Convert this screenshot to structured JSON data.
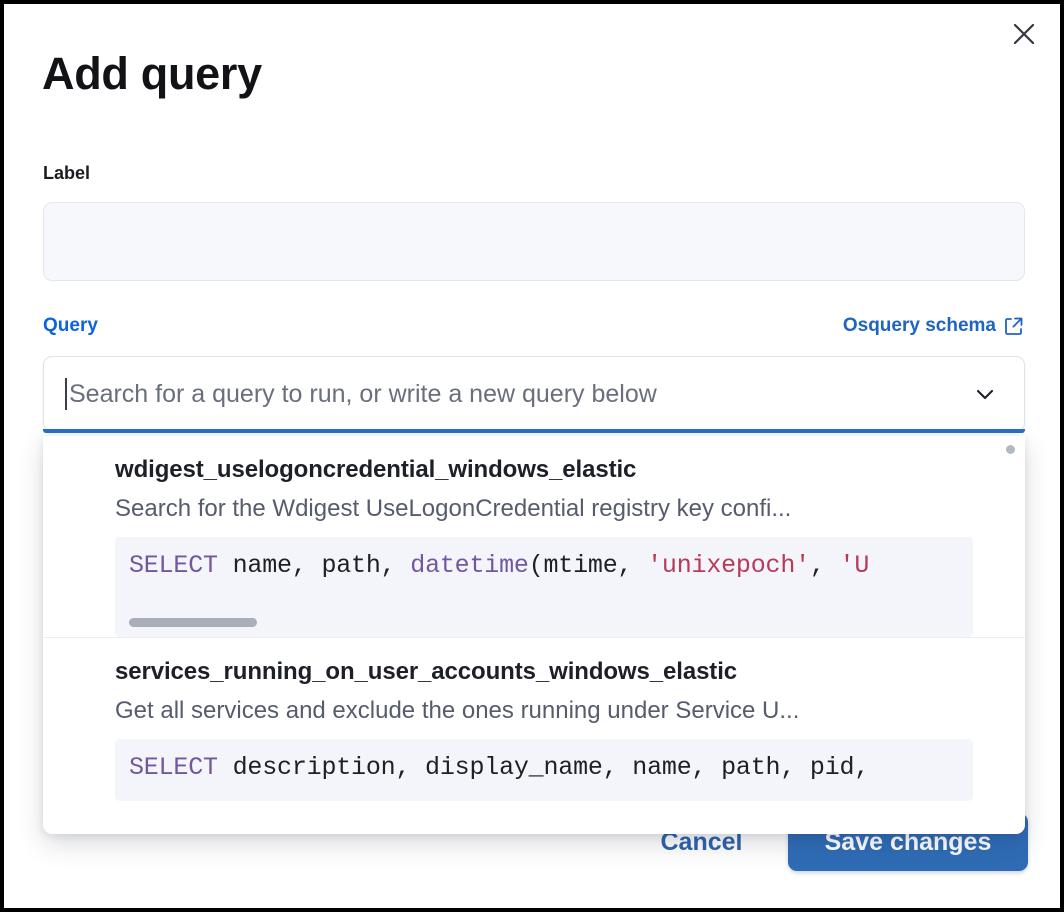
{
  "modal": {
    "title": "Add query",
    "close_icon": "close-icon"
  },
  "label_field": {
    "label": "Label",
    "value": "",
    "placeholder": ""
  },
  "query_section": {
    "legend": "Query",
    "schema_link": "Osquery schema",
    "schema_link_icon": "external-link-icon",
    "combobox": {
      "value": "",
      "placeholder": "Search for a query to run, or write a new query below",
      "arrow_icon": "chevron-down-icon",
      "expanded": true,
      "focus_color": "#2a6fc4"
    }
  },
  "dropdown": {
    "scrollbar_icon": "scroll-thumb",
    "items": [
      {
        "title": "wdigest_uselogoncredential_windows_elastic",
        "description": "Search for the Wdigest UseLogonCredential registry key confi...",
        "code_tokens": [
          {
            "t": "SELECT",
            "c": "kw"
          },
          {
            "t": " name, path, ",
            "c": "pl"
          },
          {
            "t": "datetime",
            "c": "fn"
          },
          {
            "t": "(mtime, ",
            "c": "pl"
          },
          {
            "t": "'unixepoch'",
            "c": "str"
          },
          {
            "t": ", ",
            "c": "pl"
          },
          {
            "t": "'U",
            "c": "str"
          }
        ],
        "has_scrollbar": true
      },
      {
        "title": "services_running_on_user_accounts_windows_elastic",
        "description": "Get all services and exclude the ones running under Service U...",
        "code_tokens": [
          {
            "t": "SELECT",
            "c": "kw"
          },
          {
            "t": " description, display_name, name, path, pid,",
            "c": "pl"
          }
        ],
        "has_scrollbar": false
      }
    ]
  },
  "footer": {
    "cancel_label": "Cancel",
    "save_label": "Save changes",
    "save_color": "#2f6cb5"
  }
}
